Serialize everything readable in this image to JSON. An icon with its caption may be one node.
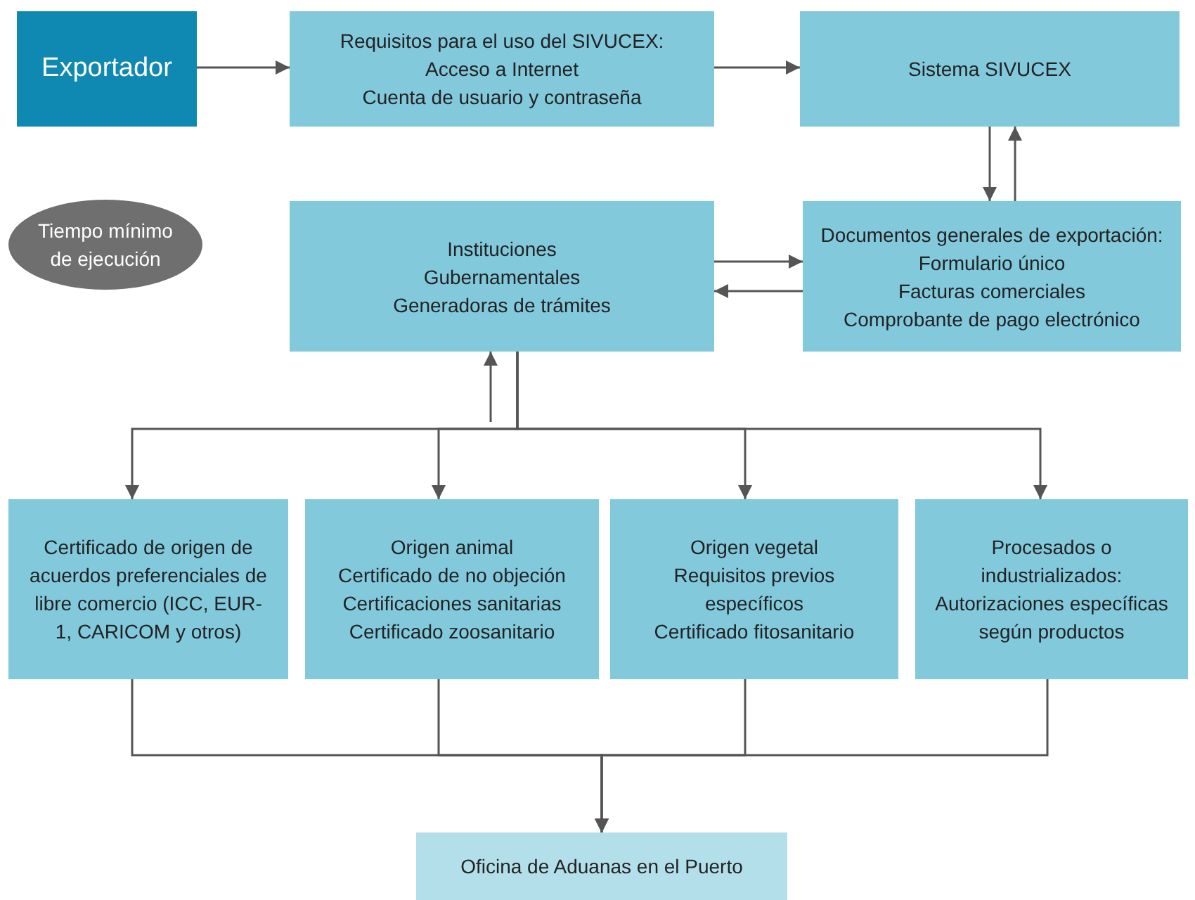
{
  "diagram": {
    "nodes": [
      {
        "text": [
          "Exportador"
        ]
      },
      {
        "text": [
          "Requisitos para el uso del SIVUCEX:",
          "Acceso a Internet",
          "Cuenta de usuario y contraseña"
        ]
      },
      {
        "text": [
          "Sistema SIVUCEX"
        ]
      },
      {
        "text": [
          "Tiempo mínimo de ejecución"
        ]
      },
      {
        "text": [
          "Instituciones Gubernamentales Generadoras de trámites"
        ]
      },
      {
        "text": [
          "Documentos generales de exportación:",
          "Formulario único",
          "Facturas comerciales",
          "Comprobante de pago electrónico"
        ]
      },
      {
        "text": [
          "Certificado de origen de acuerdos preferenciales de libre comercio (ICC, EUR-1, CARICOM y otros)"
        ]
      },
      {
        "text": [
          "Origen animal",
          "Certificado de no objeción",
          "Certificaciones sanitarias",
          "Certificado zoosanitario"
        ]
      },
      {
        "text": [
          "Origen vegetal",
          "Requisitos previos específicos",
          "Certificado fitosanitario"
        ]
      },
      {
        "text": [
          "Procesados o industrializados:",
          "Autorizaciones específicas según productos"
        ]
      },
      {
        "text": [
          "Oficina de Aduanas en el Puerto"
        ]
      }
    ],
    "edges": [
      {
        "from": 0,
        "to": 1,
        "arrow": "to"
      },
      {
        "from": 1,
        "to": 2,
        "arrow": "to"
      },
      {
        "from": 2,
        "to": 5,
        "arrow": "to"
      },
      {
        "from": 5,
        "to": 2,
        "arrow": "to"
      },
      {
        "from": 4,
        "to": 5,
        "arrow": "to"
      },
      {
        "from": 5,
        "to": 4,
        "arrow": "to"
      },
      {
        "from": null,
        "to": 4,
        "arrow": "to"
      },
      {
        "from": 4,
        "to": 6,
        "arrow": "to"
      },
      {
        "from": 4,
        "to": 7,
        "arrow": "to"
      },
      {
        "from": 4,
        "to": 8,
        "arrow": "to"
      },
      {
        "from": 4,
        "to": 9,
        "arrow": "to"
      },
      {
        "from": 6,
        "to": 10,
        "arrow": "to"
      },
      {
        "from": 7,
        "to": 10,
        "arrow": "to"
      },
      {
        "from": 8,
        "to": 10,
        "arrow": "to"
      },
      {
        "from": 9,
        "to": 10,
        "arrow": "to"
      }
    ]
  }
}
